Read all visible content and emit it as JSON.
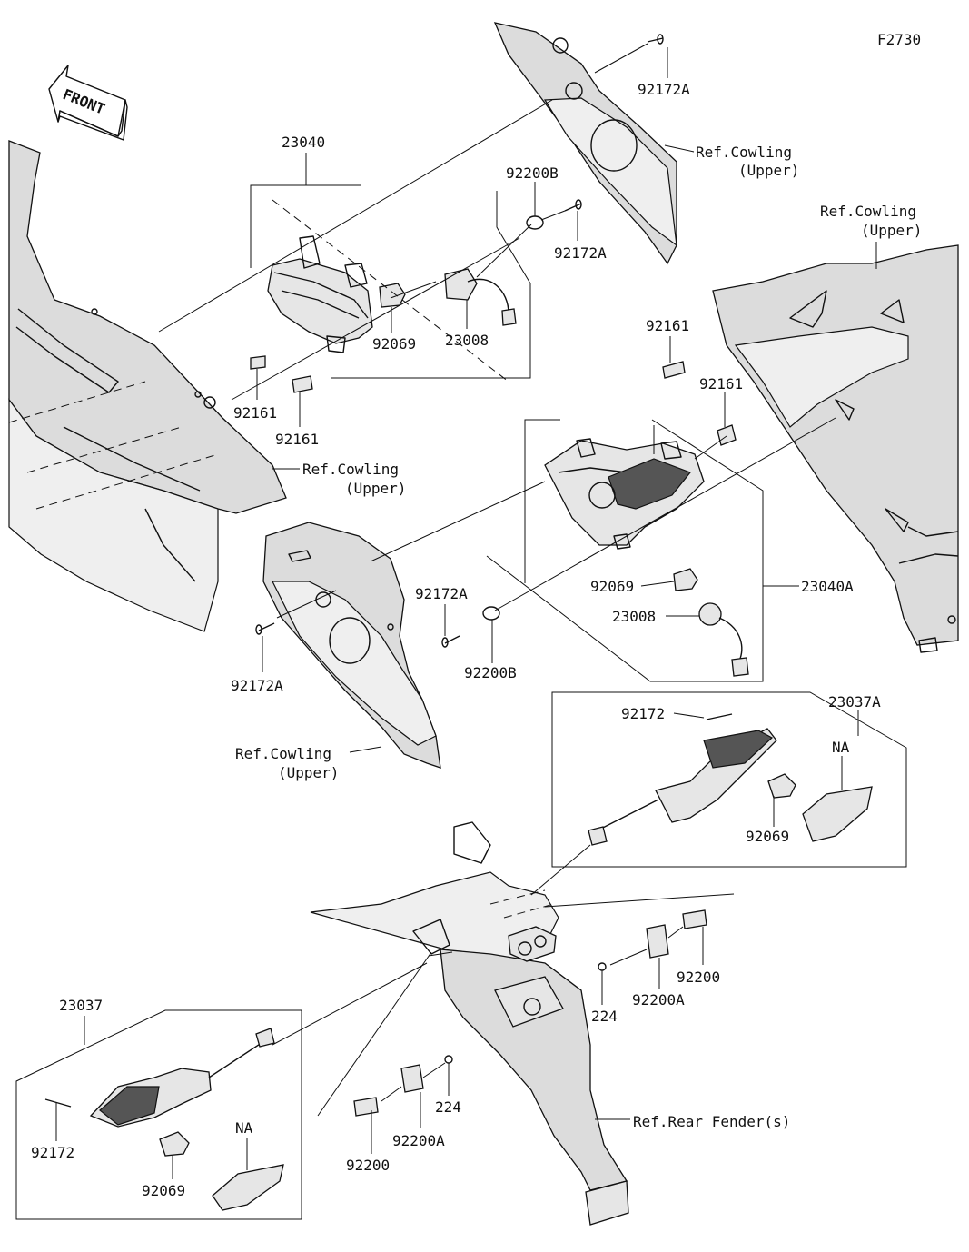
{
  "figure_code": "F2730",
  "front_arrow": {
    "text": "FRONT"
  },
  "labels": {
    "p23040": "23040",
    "p92200B_top": "92200B",
    "p92172A_top": "92172A",
    "p92172A_mid": "92172A",
    "p92069_l": "92069",
    "p23008_l": "23008",
    "p92161_a": "92161",
    "p92161_b": "92161",
    "p92161_c": "92161",
    "p92161_d": "92161",
    "p92069_r": "92069",
    "p23008_r": "23008",
    "p23040A": "23040A",
    "p92172A_c": "92172A",
    "p92200B_c": "92200B",
    "p92172A_l": "92172A",
    "p23037A": "23037A",
    "p92172_r": "92172",
    "na_r": "NA",
    "p92069_rb": "92069",
    "p224_r": "224",
    "p92200A_r": "92200A",
    "p92200_r": "92200",
    "p23037": "23037",
    "p92172_l": "92172",
    "p92069_lb": "92069",
    "na_l": "NA",
    "p224_l": "224",
    "p92200A_l": "92200A",
    "p92200_l": "92200"
  },
  "refs": {
    "cowl_upper_1": {
      "line1": "Ref.Cowling",
      "line2": "(Upper)"
    },
    "cowl_upper_2": {
      "line1": "Ref.Cowling",
      "line2": "(Upper)"
    },
    "cowl_upper_3": {
      "line1": "Ref.Cowling",
      "line2": "(Upper)"
    },
    "cowl_upper_4": {
      "line1": "Ref.Cowling",
      "line2": "(Upper)"
    },
    "rear_fender": "Ref.Rear Fender(s)"
  }
}
